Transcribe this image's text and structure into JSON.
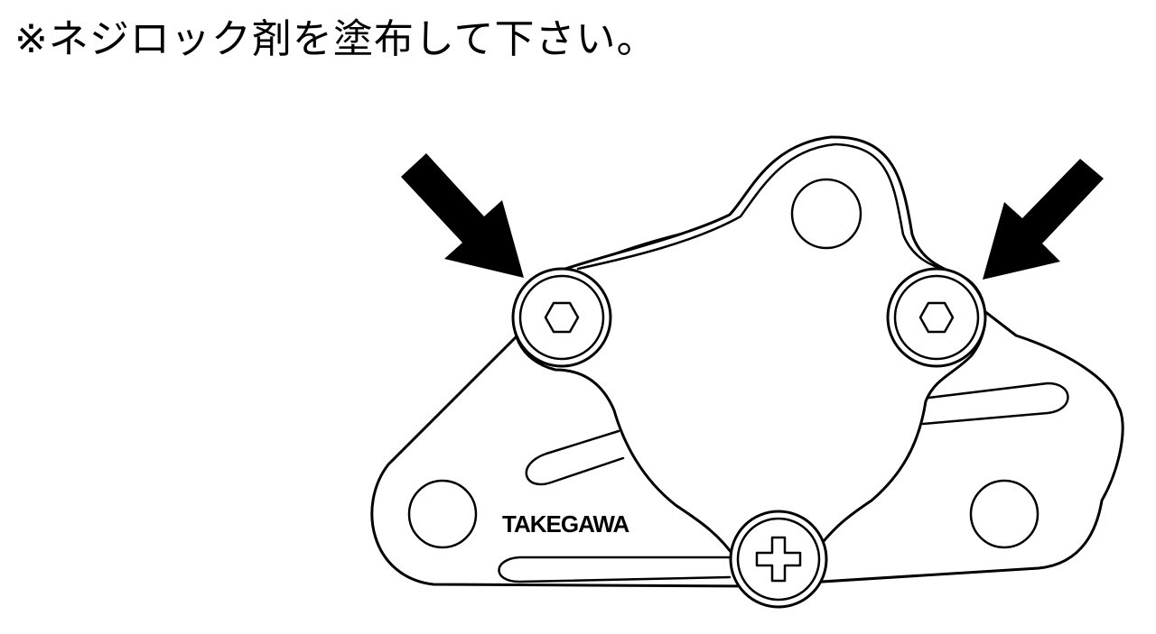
{
  "instruction": {
    "text": "※ネジロック剤を塗布して下さい。"
  },
  "diagram": {
    "brand_logo": "TAKEGAWA",
    "colors": {
      "line": "#000000",
      "background": "#ffffff"
    },
    "arrows": [
      {
        "target": "left-hex-bolt"
      },
      {
        "target": "right-hex-bolt"
      }
    ],
    "fasteners": [
      {
        "type": "hex-socket-bolt"
      },
      {
        "type": "hex-socket-bolt"
      },
      {
        "type": "phillips-screw"
      }
    ]
  }
}
